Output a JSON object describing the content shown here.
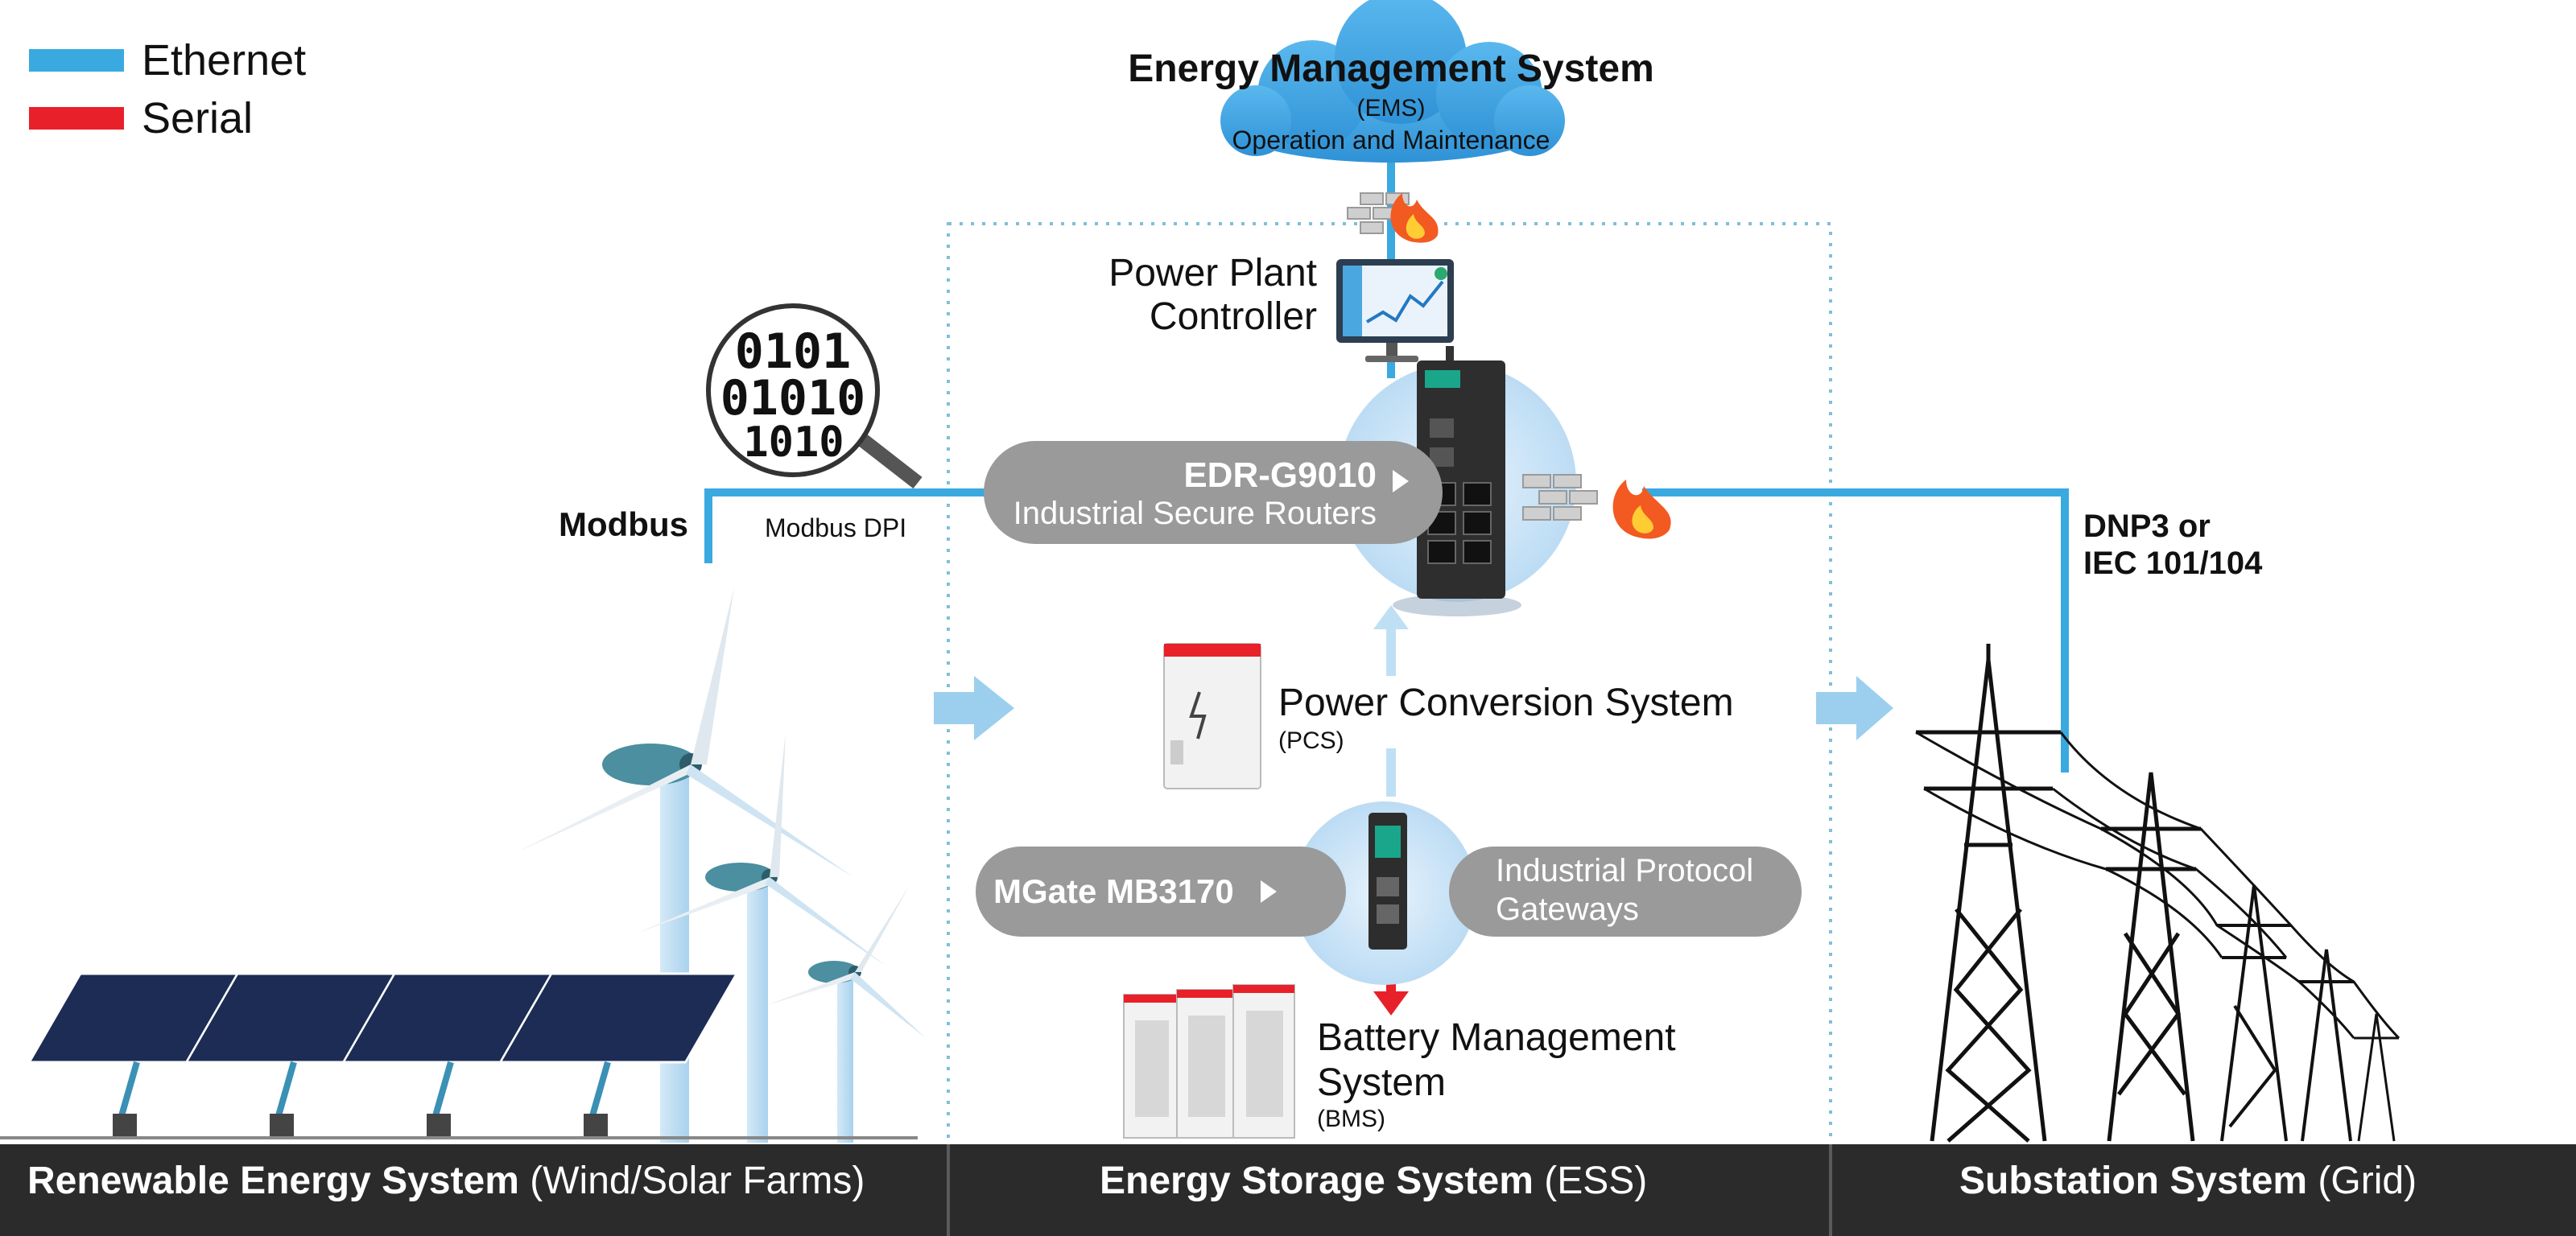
{
  "legend": [
    {
      "label": "Ethernet",
      "color": "#3aa9e0"
    },
    {
      "label": "Serial",
      "color": "#e8202a"
    }
  ],
  "ems": {
    "title": "Energy Management System",
    "abbr": "(EMS)",
    "subtitle": "Operation and Maintenance"
  },
  "ppc": {
    "line1": "Power Plant",
    "line2": "Controller"
  },
  "router": {
    "model": "EDR-G9010",
    "description": "Industrial Secure Routers"
  },
  "protocols": {
    "modbus": "Modbus",
    "modbus_dpi": "Modbus DPI",
    "dnp3_line1": "DNP3 or",
    "dnp3_line2": "IEC 101/104",
    "binary_row1": "0101",
    "binary_row2": "01010",
    "binary_row3": "1010"
  },
  "pcs": {
    "title": "Power Conversion System",
    "abbr": "(PCS)"
  },
  "gateway": {
    "model": "MGate MB3170",
    "line1": "Industrial Protocol",
    "line2": "Gateways"
  },
  "bms": {
    "line1": "Battery Management",
    "line2": "System",
    "abbr": "(BMS)"
  },
  "zones": [
    {
      "bold": "Renewable Energy System",
      "normal": " (Wind/Solar Farms)"
    },
    {
      "bold": "Energy Storage System",
      "normal": " (ESS)"
    },
    {
      "bold": "Substation System",
      "normal": " (Grid)"
    }
  ],
  "colors": {
    "ethernet": "#3aa9e0",
    "serial": "#e8202a",
    "pill": "#9a9a9a",
    "bar": "#2b2b2b",
    "halo": "#cfe6f7"
  }
}
